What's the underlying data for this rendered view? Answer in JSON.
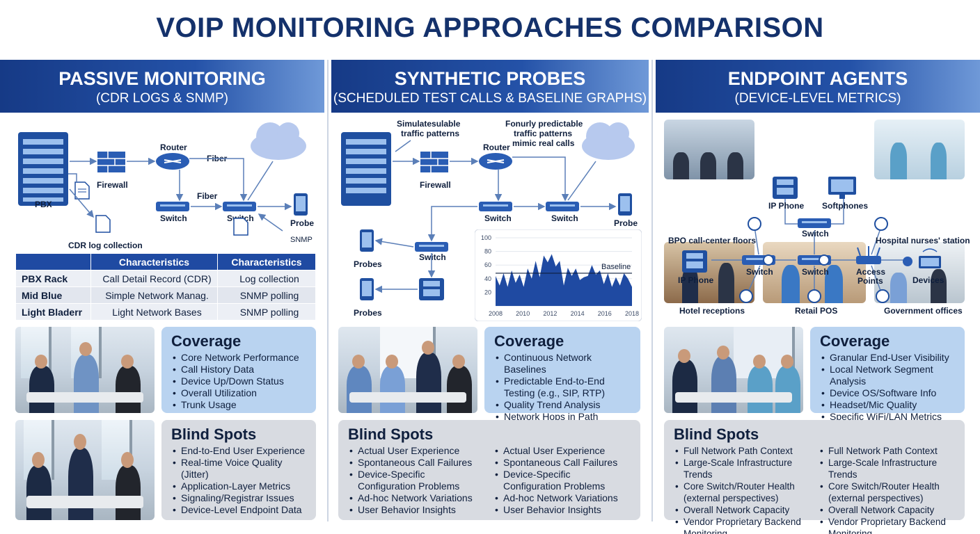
{
  "title": "VOIP MONITORING APPROACHES COMPARISON",
  "columns": [
    {
      "title": "PASSIVE MONITORING",
      "subtitle": "(CDR LOGS & SNMP)",
      "diagram": {
        "pbx": "PBX",
        "firewall": "Firewall",
        "router": "Router",
        "fiber1": "Fiber",
        "fiber2": "Fiber",
        "switch1": "Switch",
        "switch2": "Switch",
        "probe": "Probe",
        "snmp": "SNMP",
        "cdr": "CDR log collection"
      },
      "table": {
        "headers": [
          "",
          "Characteristics",
          "Characteristics"
        ],
        "rows": [
          [
            "PBX Rack",
            "Call Detail Record (CDR)",
            "Log collection"
          ],
          [
            "Mid Blue",
            "Simple Network Manag.",
            "SNMP polling"
          ],
          [
            "Light Bladerr",
            "Light Network Bases",
            "SNMP polling"
          ]
        ]
      },
      "coverage": {
        "title": "Coverage",
        "items": [
          "Core Network Performance",
          "Call History Data",
          "Device Up/Down Status",
          "Overall Utilization",
          "Trunk Usage"
        ]
      },
      "blind": {
        "title": "Blind Spots",
        "items": [
          "End-to-End User Experience",
          "Real-time Voice Quality (Jitter)",
          "Application-Layer Metrics",
          "Signaling/Registrar Issues",
          "Device-Level Endpoint Data"
        ]
      }
    },
    {
      "title": "SYNTHETIC PROBES",
      "subtitle": "(SCHEDULED TEST CALLS & BASELINE GRAPHS)",
      "diagram": {
        "note1a": "Simulatesulable",
        "note1b": "traffic patterns",
        "note2a": "Fonurly predictable",
        "note2b": "traffic patterns",
        "note2c": "mimic real calls",
        "firewall": "Firewall",
        "router": "Router",
        "switch1": "Switch",
        "switch2": "Switch",
        "switch3": "Switch",
        "probe": "Probe",
        "probes1": "Probes",
        "probes2": "Probes",
        "baseline": "Baseline"
      },
      "chart_data": {
        "type": "area",
        "x": [
          "2008",
          "2010",
          "2012",
          "2014",
          "2016",
          "2018"
        ],
        "yticks": [
          20,
          40,
          60,
          80,
          100
        ],
        "ylim": [
          0,
          100
        ],
        "baseline": 48,
        "values": [
          44,
          30,
          48,
          28,
          52,
          34,
          46,
          28,
          55,
          40,
          66,
          42,
          74,
          64,
          76,
          58,
          66,
          30,
          56,
          44,
          55,
          38,
          42,
          44,
          60,
          46,
          52,
          32,
          48,
          28,
          42,
          30,
          48,
          40,
          28
        ]
      },
      "coverage": {
        "title": "Coverage",
        "items": [
          "Continuous Network Baselines",
          "Predictable End-to-End Testing (e.g., SIP, RTP)",
          "Quality Trend Analysis",
          "Network Hops in Path"
        ]
      },
      "blind": {
        "title": "Blind Spots",
        "left": [
          "Actual User Experience",
          "Spontaneous Call Failures",
          "Device-Specific Configuration Problems",
          "Ad-hoc Network Variations",
          "User Behavior Insights"
        ],
        "right": [
          "Actual User Experience",
          "Spontaneous Call Failures",
          "Device-Specific Configuration Problems",
          "Ad-hoc Network Variations",
          "User Behavior Insights"
        ]
      }
    },
    {
      "title": "ENDPOINT AGENTS",
      "subtitle": "(DEVICE-LEVEL METRICS)",
      "diagram": {
        "ipphone1": "IP Phone",
        "softphones": "Softphones",
        "switch_top": "Switch",
        "bpo": "BPO call-center floors",
        "nurses": "Hospital nurses' station",
        "ipphone2": "IP Phone",
        "switch1": "Switch",
        "switch2": "Switch",
        "access1": "Access",
        "access2": "Points",
        "devices": "Devices",
        "hotel": "Hotel receptions",
        "retail": "Retail POS",
        "gov": "Government offices"
      },
      "coverage": {
        "title": "Coverage",
        "items": [
          "Granular End-User Visibility",
          "Local Network Segment Analysis",
          "Device OS/Software Info",
          "Headset/Mic Quality",
          "Specific WiFi/LAN Metrics"
        ]
      },
      "blind": {
        "title": "Blind Spots",
        "left": [
          "Full Network Path Context",
          "Large-Scale Infrastructure Trends",
          "Core Switch/Router Health (external perspectives)",
          "Overall Network Capacity",
          "Vendor Proprietary Backend Monitoring"
        ],
        "right": [
          "Full Network Path Context",
          "Large-Scale Infrastructure Trends",
          "Core Switch/Router Health (external perspectives)",
          "Overall Network Capacity",
          "Vendor Proprietary Backend Monitoring"
        ]
      }
    }
  ]
}
